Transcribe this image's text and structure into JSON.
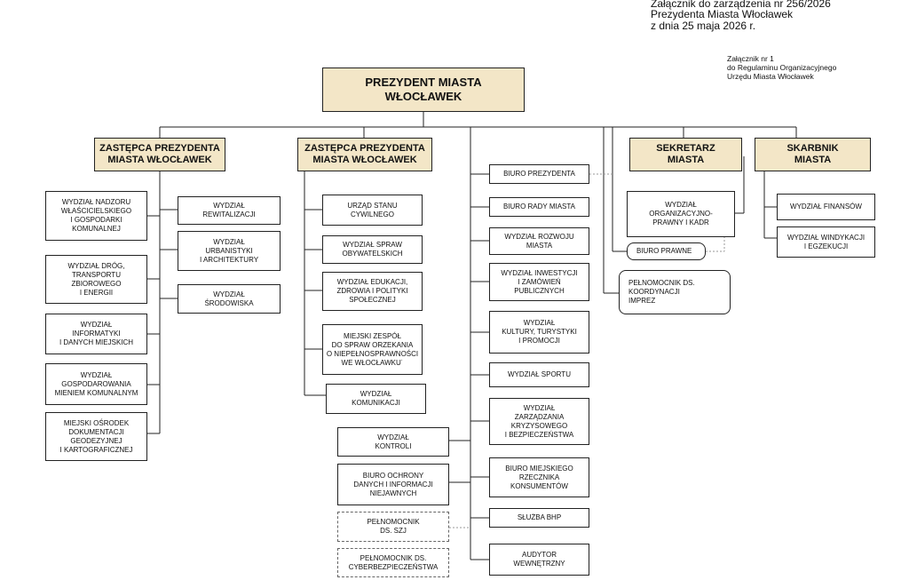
{
  "header": {
    "line1": "Załącznik do zarządzenia nr  256/2026",
    "line2": "Prezydenta Miasta Włocławek",
    "line3": "z dnia 25 maja 2026 r.",
    "sub1": "Załącznik nr 1",
    "sub2": "do Regulaminu Organizacyjnego",
    "sub3": "Urzędu Miasta Włocławek"
  },
  "top": {
    "label": "PREZYDENT MIASTA\nWŁOCŁAWEK"
  },
  "deputy1": {
    "label": "ZASTĘPCA PREZYDENTA\nMIASTA WŁOCŁAWEK",
    "left_col": [
      "WYDZIAŁ NADZORU\nWŁAŚCICIELSKIEGO\nI GOSPODARKI\nKOMUNALNEJ",
      "WYDZIAŁ DRÓG,\nTRANSPORTU\nZBIOROWEGO\nI ENERGII",
      "WYDZIAŁ\nINFORMATYKI\nI DANYCH MIEJSKICH",
      "WYDZIAŁ\nGOSPODAROWANIA\nMIENIEM KOMUNALNYM",
      "MIEJSKI OŚRODEK\nDOKUMENTACJI\nGEODEZYJNEJ\nI KARTOGRAFICZNEJ"
    ],
    "right_col": [
      "WYDZIAŁ\nREWITALIZACJI",
      "WYDZIAŁ\nURBANISTYKI\nI ARCHITEKTURY",
      "WYDZIAŁ\nŚRODOWISKA"
    ]
  },
  "deputy2": {
    "label": "ZASTĘPCA PREZYDENTA\nMIASTA WŁOCŁAWEK",
    "items": [
      "URZĄD STANU\nCYWILNEGO",
      "WYDZIAŁ SPRAW\nOBYWATELSKICH",
      "WYDZIAŁ EDUKACJI,\nZDROWIA I POLITYKI\nSPOŁECZNEJ",
      "MIEJSKI ZESPÓŁ\nDO SPRAW ORZEKANIA\nO NIEPEŁNOSPRAWNOŚCI\nWE WŁOCŁAWKU˙",
      "WYDZIAŁ\nKOMUNIKACJI"
    ]
  },
  "president_units": [
    "BIURO PREZYDENTA",
    "BIURO RADY MIASTA",
    "WYDZIAŁ ROZWOJU\nMIASTA",
    "WYDZIAŁ INWESTYCJI\nI ZAMÓWIEŃ\nPUBLICZNYCH",
    "WYDZIAŁ\nKULTURY, TURYSTYKI\nI PROMOCJI",
    "WYDZIAŁ SPORTU",
    "WYDZIAŁ\nZARZĄDZANIA\nKRYZYSOWEGO\nI BEZPIECZEŃSTWA",
    "BIURO MIEJSKIEGO\nRZECZNIKA\nKONSUMENTÓW",
    "SŁUŻBA BHP",
    "AUDYTOR\nWEWNĘTRZNY"
  ],
  "president_left_units": [
    "WYDZIAŁ\nKONTROLI",
    "BIURO OCHRONY\nDANYCH I INFORMACJI\nNIEJAWNYCH",
    "PEŁNOMOCNIK\nDS. SZJ",
    "PEŁNOMOCNIK DS.\nCYBERBEZPIECZEŃSTWA"
  ],
  "secretary": {
    "label": "SEKRETARZ\nMIASTA",
    "items": [
      "WYDZIAŁ\nORGANIZACYJNO-\nPRAWNY I KADR",
      "BIURO PRAWNE"
    ]
  },
  "plenipotentiary": {
    "label": "PEŁNOMOCNIK  DS.\nKOORDYNACJI\nIMPREZ"
  },
  "treasurer": {
    "label": "SKARBNIK\nMIASTA",
    "items": [
      "WYDZIAŁ FINANSÓW",
      "WYDZIAŁ WINDYKACJI\nI EGZEKUCJI"
    ]
  }
}
